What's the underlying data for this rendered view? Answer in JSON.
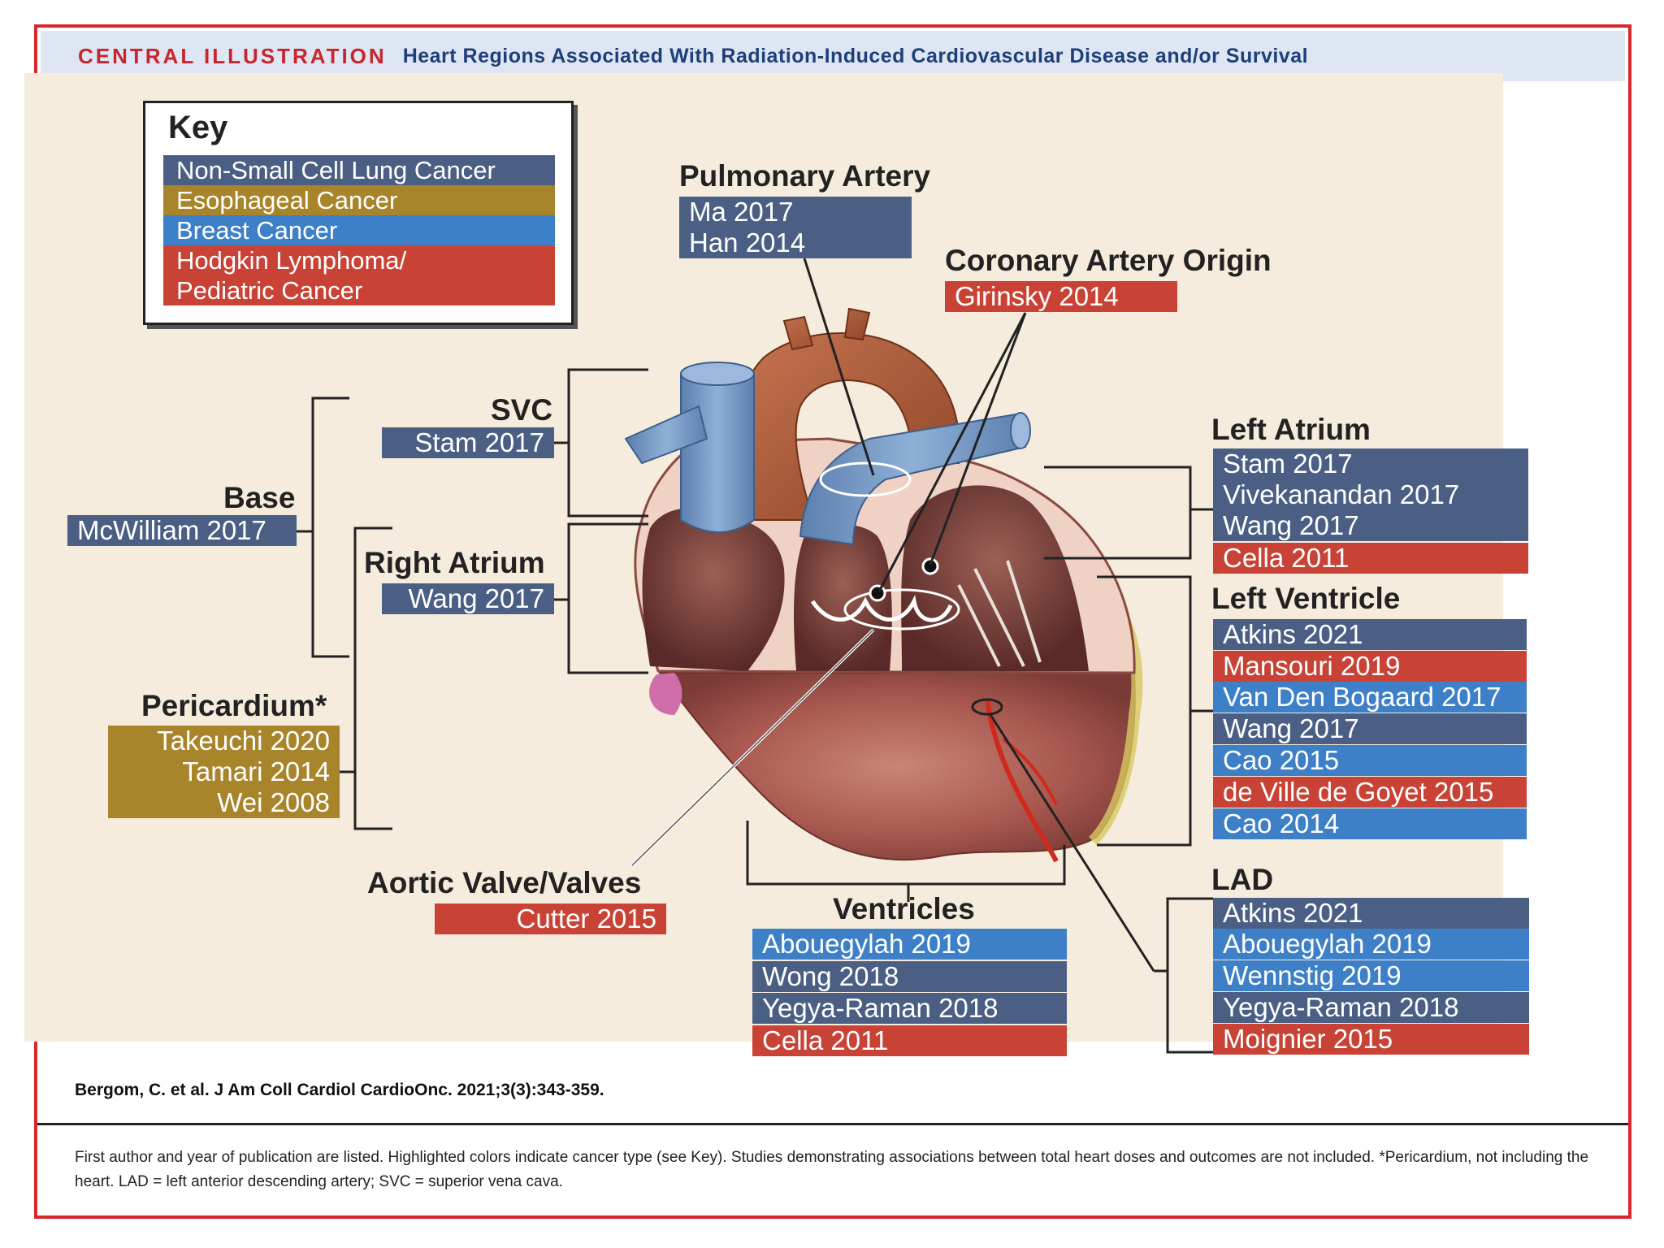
{
  "header": {
    "label": "CENTRAL ILLUSTRATION",
    "title": "Heart Regions Associated With Radiation-Induced Cardiovascular Disease and/or Survival"
  },
  "key": {
    "title": "Key",
    "items": [
      {
        "label": "Non-Small Cell Lung Cancer",
        "color": "#4b5f85"
      },
      {
        "label": "Esophageal Cancer",
        "color": "#a8842a"
      },
      {
        "label": "Breast Cancer",
        "color": "#3d80c8"
      },
      {
        "label": "Hodgkin Lymphoma/",
        "label2": "Pediatric Cancer",
        "color": "#c94236"
      }
    ]
  },
  "regions": {
    "pulmonary_artery": {
      "title": "Pulmonary Artery",
      "studies": [
        "Ma 2017",
        "Han 2014"
      ]
    },
    "coronary_origin": {
      "title": "Coronary Artery Origin",
      "studies": [
        "Girinsky 2014"
      ]
    },
    "svc": {
      "title": "SVC",
      "studies": [
        "Stam 2017"
      ]
    },
    "base": {
      "title": "Base",
      "studies": [
        "McWilliam 2017"
      ]
    },
    "right_atrium": {
      "title": "Right Atrium",
      "studies": [
        "Wang 2017"
      ]
    },
    "pericardium": {
      "title": "Pericardium*",
      "studies": [
        "Takeuchi 2020",
        "Tamari 2014",
        "Wei 2008"
      ]
    },
    "aortic_valve": {
      "title": "Aortic Valve/Valves",
      "studies": [
        "Cutter 2015"
      ]
    },
    "ventricles": {
      "title": "Ventricles",
      "studies": [
        "Abouegylah 2019",
        "Wong 2018",
        "Yegya-Raman 2018",
        "Cella 2011"
      ]
    },
    "left_atrium": {
      "title": "Left Atrium",
      "studies": [
        "Stam 2017",
        "Vivekanandan 2017",
        "Wang 2017",
        "Cella 2011"
      ]
    },
    "left_ventricle": {
      "title": "Left Ventricle",
      "studies": [
        "Atkins 2021",
        "Mansouri 2019",
        "Van Den Bogaard 2017",
        "Wang 2017",
        "Cao 2015",
        "de Ville de Goyet 2015",
        "Cao 2014"
      ]
    },
    "lad": {
      "title": "LAD",
      "studies": [
        "Atkins 2021",
        "Abouegylah 2019",
        "Wennstig 2019",
        "Yegya-Raman 2018",
        "Moignier 2015"
      ]
    }
  },
  "citation": "Bergom, C. et al. J Am Coll Cardiol CardioOnc. 2021;3(3):343-359.",
  "footnote": "First author and year of publication are listed. Highlighted colors indicate cancer type (see Key). Studies demonstrating associations between total heart doses and outcomes are not included. *Pericardium, not including the heart. LAD = left anterior descending artery; SVC = superior vena cava."
}
